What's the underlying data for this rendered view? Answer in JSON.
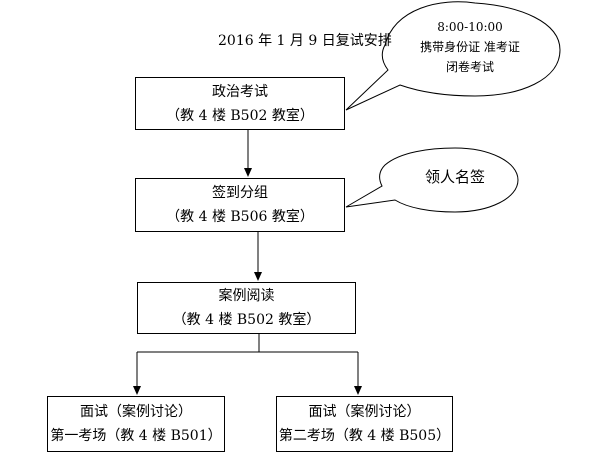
{
  "title": "2016 年 1 月 9 日复试安排",
  "steps": [
    {
      "name": "政治考试",
      "room": "（教 4 楼 B502 教室）"
    },
    {
      "name": "签到分组",
      "room": "（教 4 楼 B506 教室）"
    },
    {
      "name": "案例阅读",
      "room": "（教 4 楼 B502 教室）"
    }
  ],
  "interviews": [
    {
      "name": "面试（案例讨论）",
      "room": "第一考场（教 4 楼 B501）"
    },
    {
      "name": "面试（案例讨论）",
      "room": "第二考场（教 4 楼 B505）"
    }
  ],
  "callouts": {
    "exam_time": "8:00-10:00",
    "exam_docs": "携带身份证  准考证",
    "exam_type": "闭卷考试",
    "checkin_note": "领人名签"
  }
}
